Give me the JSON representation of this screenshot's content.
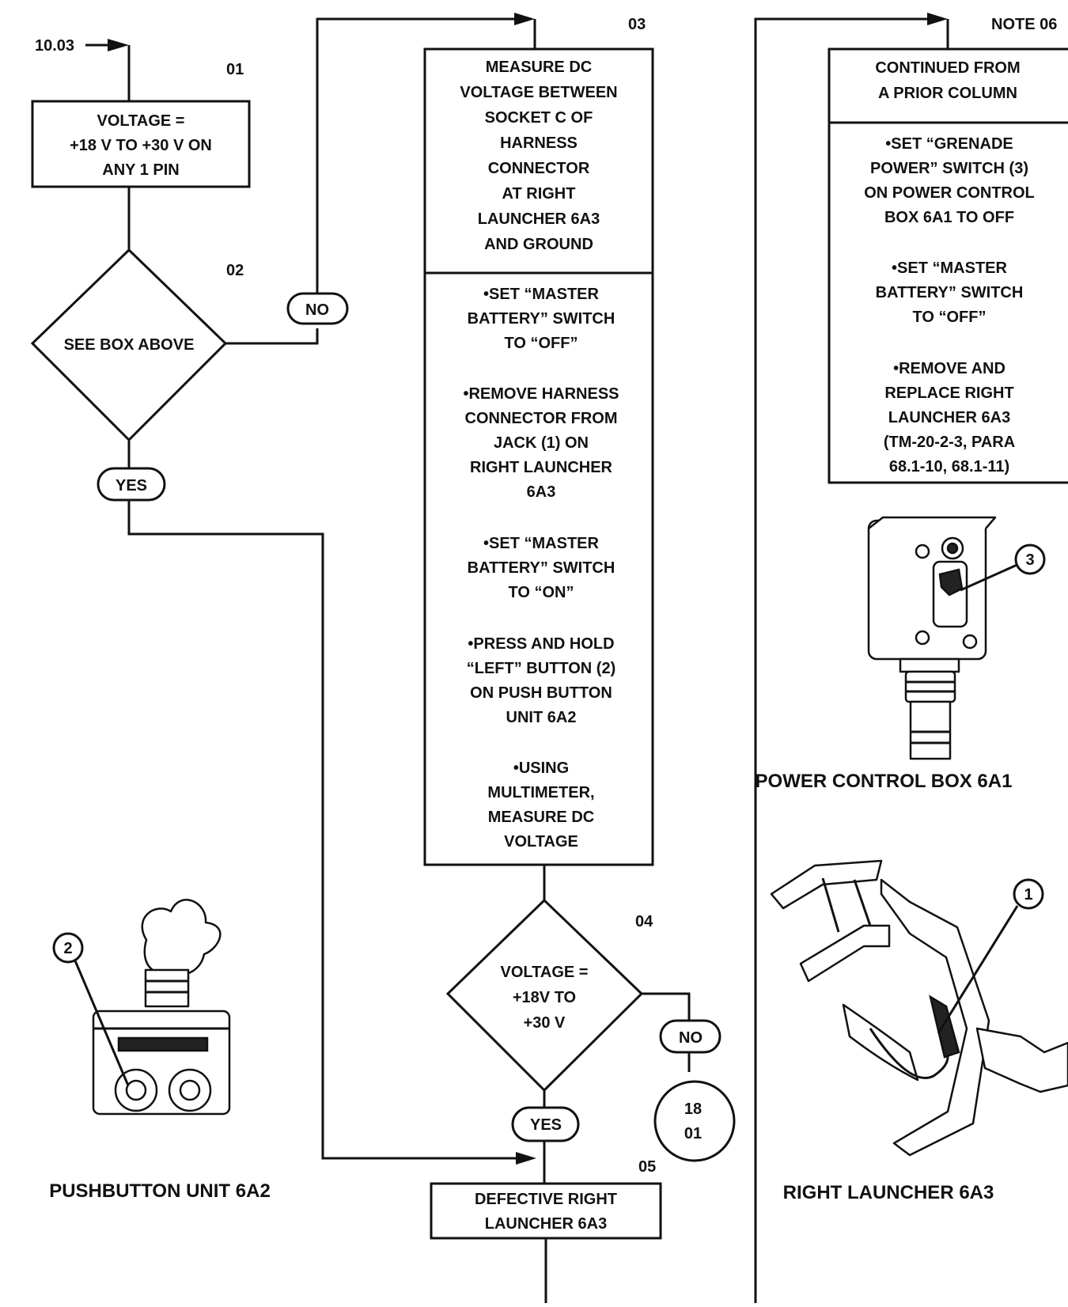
{
  "entry_ref": "10.03",
  "note": "NOTE 06",
  "steps": {
    "s01": {
      "num": "01",
      "lines": [
        "VOLTAGE =",
        "+18 V TO +30 V ON",
        "ANY 1 PIN"
      ]
    },
    "s02": {
      "num": "02",
      "lines": [
        "SEE BOX ABOVE"
      ]
    },
    "s03": {
      "num": "03",
      "head": [
        "MEASURE DC",
        "VOLTAGE BETWEEN",
        "SOCKET C OF",
        "HARNESS",
        "CONNECTOR",
        "AT RIGHT",
        "LAUNCHER 6A3",
        "AND GROUND"
      ],
      "body": [
        "•SET “MASTER",
        "BATTERY” SWITCH",
        "TO “OFF”",
        "",
        "•REMOVE HARNESS",
        "CONNECTOR FROM",
        "JACK (1) ON",
        "RIGHT LAUNCHER",
        "6A3",
        "",
        "•SET “MASTER",
        "BATTERY” SWITCH",
        "TO “ON”",
        "",
        "•PRESS AND HOLD",
        "“LEFT” BUTTON (2)",
        "ON PUSH BUTTON",
        "UNIT 6A2",
        "",
        "•USING",
        "MULTIMETER,",
        "MEASURE DC",
        "VOLTAGE"
      ]
    },
    "s04": {
      "num": "04",
      "lines": [
        "VOLTAGE =",
        "+18V TO",
        "+30 V"
      ]
    },
    "s05": {
      "num": "05",
      "lines": [
        "DEFECTIVE RIGHT",
        "LAUNCHER 6A3"
      ]
    },
    "s06": {
      "head": [
        "CONTINUED FROM",
        "A PRIOR COLUMN"
      ],
      "body": [
        "•SET “GRENADE",
        "POWER” SWITCH (3)",
        "ON POWER CONTROL",
        "BOX 6A1 TO OFF",
        "",
        "•SET “MASTER",
        "BATTERY” SWITCH",
        "TO “OFF”",
        "",
        "•REMOVE AND",
        "REPLACE RIGHT",
        "LAUNCHER 6A3",
        "(TM-20-2-3, PARA",
        "68.1-10, 68.1-11)"
      ]
    }
  },
  "branches": {
    "no": "NO",
    "yes": "YES"
  },
  "connector": {
    "lines": [
      "18",
      "01"
    ]
  },
  "callouts": {
    "jack": "1",
    "button": "2",
    "switch": "3"
  },
  "captions": {
    "pushbutton": "PUSHBUTTON UNIT 6A2",
    "power_box": "POWER CONTROL BOX 6A1",
    "launcher": "RIGHT LAUNCHER 6A3"
  }
}
